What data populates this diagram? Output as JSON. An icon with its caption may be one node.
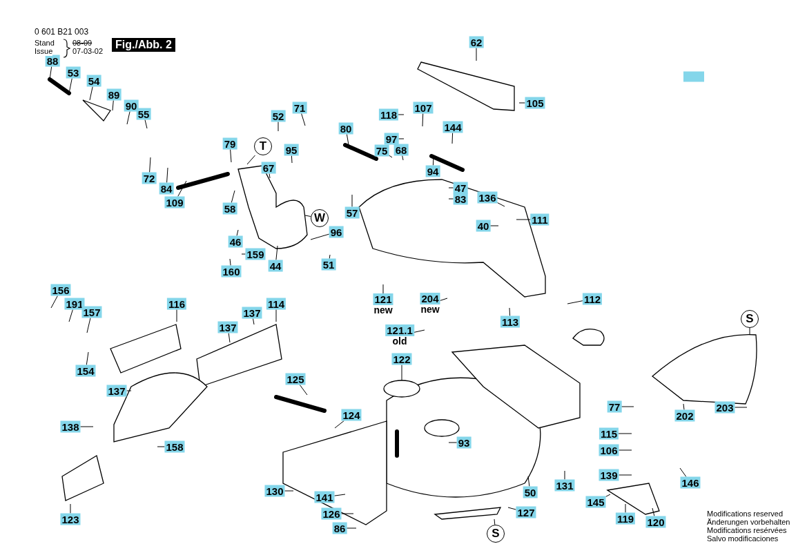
{
  "diagram": {
    "title": "Fig./Abb. 2",
    "nodes": [
      {
        "text": [
          "88"
        ]
      },
      {
        "text": [
          "53"
        ]
      },
      {
        "text": [
          "54"
        ]
      },
      {
        "text": [
          "89"
        ]
      },
      {
        "text": [
          "90"
        ]
      },
      {
        "text": [
          "55"
        ]
      },
      {
        "text": [
          "72"
        ]
      },
      {
        "text": [
          "84"
        ]
      },
      {
        "text": [
          "109"
        ]
      },
      {
        "text": [
          "52"
        ]
      },
      {
        "text": [
          "71"
        ]
      },
      {
        "text": [
          "79"
        ]
      },
      {
        "text": [
          "T"
        ]
      },
      {
        "text": [
          "95"
        ]
      },
      {
        "text": [
          "67"
        ]
      },
      {
        "text": [
          "58"
        ]
      },
      {
        "text": [
          "46"
        ]
      },
      {
        "text": [
          "159"
        ]
      },
      {
        "text": [
          "160"
        ]
      },
      {
        "text": [
          "44"
        ]
      },
      {
        "text": [
          "W"
        ]
      },
      {
        "text": [
          "96"
        ]
      },
      {
        "text": [
          "51"
        ]
      },
      {
        "text": [
          "62"
        ]
      },
      {
        "text": [
          "105"
        ]
      },
      {
        "text": [
          "118"
        ]
      },
      {
        "text": [
          "107"
        ]
      },
      {
        "text": [
          "144"
        ]
      },
      {
        "text": [
          "97"
        ]
      },
      {
        "text": [
          "80"
        ]
      },
      {
        "text": [
          "75"
        ]
      },
      {
        "text": [
          "68"
        ]
      },
      {
        "text": [
          "94"
        ]
      },
      {
        "text": [
          "57"
        ]
      },
      {
        "text": [
          "47"
        ]
      },
      {
        "text": [
          "83"
        ]
      },
      {
        "text": [
          "136"
        ]
      },
      {
        "text": [
          "40"
        ]
      },
      {
        "text": [
          "111"
        ]
      },
      {
        "text": [],
        "shape": "box"
      },
      {
        "text": [
          "121",
          "new"
        ]
      },
      {
        "text": [
          "204",
          "new"
        ]
      },
      {
        "text": [
          "112"
        ]
      },
      {
        "text": [
          "113"
        ]
      },
      {
        "text": [
          "156"
        ]
      },
      {
        "text": [
          "191"
        ]
      },
      {
        "text": [
          "157"
        ]
      },
      {
        "text": [
          "116"
        ]
      },
      {
        "text": [
          "137"
        ]
      },
      {
        "text": [
          "114"
        ]
      },
      {
        "text": [
          "137"
        ]
      },
      {
        "text": [
          "154"
        ]
      },
      {
        "text": [
          "121.1",
          "old"
        ]
      },
      {
        "text": [
          "122"
        ]
      },
      {
        "text": [
          "S"
        ]
      },
      {
        "text": [
          "125"
        ]
      },
      {
        "text": [
          "137"
        ]
      },
      {
        "text": [
          "124"
        ]
      },
      {
        "text": [
          "77"
        ]
      },
      {
        "text": [
          "202"
        ]
      },
      {
        "text": [
          "203"
        ]
      },
      {
        "text": [
          "138"
        ]
      },
      {
        "text": [
          "115"
        ]
      },
      {
        "text": [
          "158"
        ]
      },
      {
        "text": [
          "93"
        ]
      },
      {
        "text": [
          "106"
        ]
      },
      {
        "text": [
          "139"
        ]
      },
      {
        "text": [
          "146"
        ]
      },
      {
        "text": [
          "131"
        ]
      },
      {
        "text": [
          "130"
        ]
      },
      {
        "text": [
          "50"
        ]
      },
      {
        "text": [
          "141"
        ]
      },
      {
        "text": [
          "145"
        ]
      },
      {
        "text": [
          "126"
        ]
      },
      {
        "text": [
          "127"
        ]
      },
      {
        "text": [
          "119"
        ]
      },
      {
        "text": [
          "123"
        ]
      },
      {
        "text": [
          "120"
        ]
      },
      {
        "text": [
          "86"
        ]
      },
      {
        "text": [
          "S"
        ]
      }
    ],
    "edges": [
      {
        "from": 0,
        "to": null,
        "arrow": "none"
      },
      {
        "from": 1,
        "to": null,
        "arrow": "none"
      },
      {
        "from": 2,
        "to": null,
        "arrow": "none"
      },
      {
        "from": 3,
        "to": null,
        "arrow": "none"
      },
      {
        "from": 4,
        "to": null,
        "arrow": "none"
      },
      {
        "from": 5,
        "to": null,
        "arrow": "none"
      },
      {
        "from": 6,
        "to": null,
        "arrow": "none"
      },
      {
        "from": 7,
        "to": null,
        "arrow": "none"
      },
      {
        "from": 8,
        "to": null,
        "arrow": "none"
      },
      {
        "from": 9,
        "to": null,
        "arrow": "none"
      },
      {
        "from": 10,
        "to": null,
        "arrow": "none"
      },
      {
        "from": 11,
        "to": null,
        "arrow": "none"
      },
      {
        "from": 12,
        "to": null,
        "arrow": "none"
      },
      {
        "from": 13,
        "to": null,
        "arrow": "none"
      },
      {
        "from": 14,
        "to": null,
        "arrow": "none"
      },
      {
        "from": 15,
        "to": null,
        "arrow": "none"
      },
      {
        "from": 16,
        "to": null,
        "arrow": "none"
      },
      {
        "from": 17,
        "to": null,
        "arrow": "none"
      },
      {
        "from": 18,
        "to": null,
        "arrow": "none"
      },
      {
        "from": 19,
        "to": null,
        "arrow": "none"
      },
      {
        "from": 20,
        "to": null,
        "arrow": "none"
      },
      {
        "from": 21,
        "to": null,
        "arrow": "none"
      },
      {
        "from": 22,
        "to": null,
        "arrow": "none"
      },
      {
        "from": 23,
        "to": null,
        "arrow": "none"
      },
      {
        "from": 24,
        "to": null,
        "arrow": "none"
      },
      {
        "from": 25,
        "to": null,
        "arrow": "none"
      },
      {
        "from": 26,
        "to": null,
        "arrow": "none"
      },
      {
        "from": 27,
        "to": null,
        "arrow": "none"
      },
      {
        "from": 28,
        "to": null,
        "arrow": "none"
      },
      {
        "from": 29,
        "to": null,
        "arrow": "none"
      },
      {
        "from": 30,
        "to": null,
        "arrow": "none"
      },
      {
        "from": 31,
        "to": null,
        "arrow": "none"
      },
      {
        "from": 32,
        "to": null,
        "arrow": "none"
      },
      {
        "from": 33,
        "to": null,
        "arrow": "none"
      },
      {
        "from": 34,
        "to": null,
        "arrow": "none"
      },
      {
        "from": 35,
        "to": null,
        "arrow": "none"
      },
      {
        "from": 36,
        "to": null,
        "arrow": "none"
      },
      {
        "from": 37,
        "to": null,
        "arrow": "none"
      },
      {
        "from": 38,
        "to": null,
        "arrow": "none"
      },
      {
        "from": 40,
        "to": null,
        "arrow": "none"
      },
      {
        "from": 41,
        "to": null,
        "arrow": "none"
      },
      {
        "from": 42,
        "to": null,
        "arrow": "none"
      },
      {
        "from": 43,
        "to": null,
        "arrow": "none"
      },
      {
        "from": 44,
        "to": null,
        "arrow": "none"
      },
      {
        "from": 45,
        "to": null,
        "arrow": "none"
      },
      {
        "from": 46,
        "to": null,
        "arrow": "none"
      },
      {
        "from": 47,
        "to": null,
        "arrow": "none"
      },
      {
        "from": 48,
        "to": null,
        "arrow": "none"
      },
      {
        "from": 49,
        "to": null,
        "arrow": "none"
      },
      {
        "from": 50,
        "to": null,
        "arrow": "none"
      },
      {
        "from": 51,
        "to": null,
        "arrow": "none"
      },
      {
        "from": 52,
        "to": null,
        "arrow": "none"
      },
      {
        "from": 53,
        "to": null,
        "arrow": "none"
      },
      {
        "from": 54,
        "to": null,
        "arrow": "none"
      },
      {
        "from": 55,
        "to": null,
        "arrow": "none"
      },
      {
        "from": 56,
        "to": null,
        "arrow": "none"
      },
      {
        "from": 57,
        "to": null,
        "arrow": "none"
      },
      {
        "from": 58,
        "to": null,
        "arrow": "none"
      },
      {
        "from": 59,
        "to": null,
        "arrow": "none"
      },
      {
        "from": 60,
        "to": null,
        "arrow": "none"
      },
      {
        "from": 61,
        "to": null,
        "arrow": "none"
      },
      {
        "from": 62,
        "to": null,
        "arrow": "none"
      },
      {
        "from": 63,
        "to": null,
        "arrow": "none"
      },
      {
        "from": 64,
        "to": null,
        "arrow": "none"
      },
      {
        "from": 65,
        "to": null,
        "arrow": "none"
      },
      {
        "from": 66,
        "to": null,
        "arrow": "none"
      },
      {
        "from": 67,
        "to": null,
        "arrow": "none"
      },
      {
        "from": 68,
        "to": null,
        "arrow": "none"
      },
      {
        "from": 69,
        "to": null,
        "arrow": "none"
      },
      {
        "from": 70,
        "to": null,
        "arrow": "none"
      },
      {
        "from": 71,
        "to": null,
        "arrow": "none"
      },
      {
        "from": 72,
        "to": null,
        "arrow": "none"
      },
      {
        "from": 73,
        "to": null,
        "arrow": "none"
      },
      {
        "from": 74,
        "to": null,
        "arrow": "none"
      },
      {
        "from": 75,
        "to": null,
        "arrow": "none"
      },
      {
        "from": 76,
        "to": null,
        "arrow": "none"
      },
      {
        "from": 77,
        "to": null,
        "arrow": "none"
      },
      {
        "from": 78,
        "to": null,
        "arrow": "none"
      },
      {
        "from": 79,
        "to": null,
        "arrow": "none"
      }
    ],
    "labels": [
      "0 601 B21 003",
      "Stand",
      "08-09",
      "Issue",
      "07-03-02",
      "Modifications reserved",
      "Änderungen vorbehalten",
      "Modifications resérvées",
      "Salvo modificaciones"
    ]
  }
}
